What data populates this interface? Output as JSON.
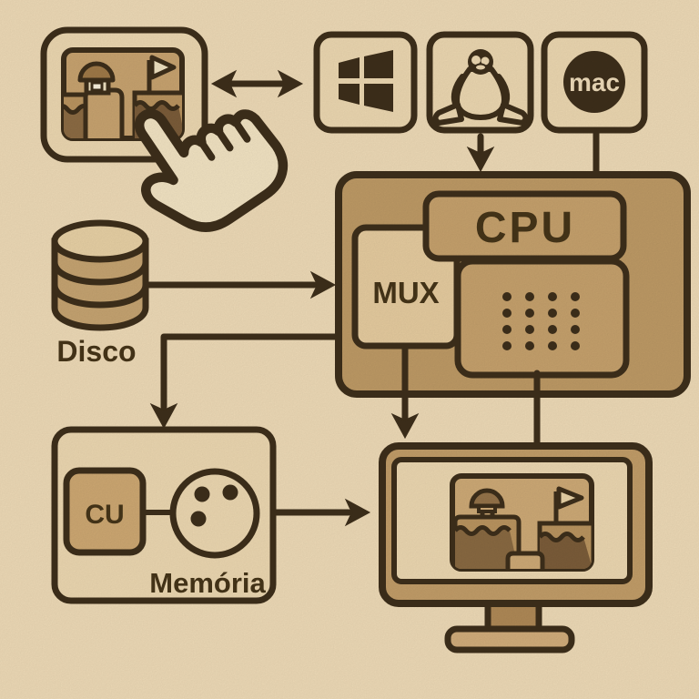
{
  "diagram": {
    "description": "sepia flowchart of a game running through OS layers to hardware",
    "labels": {
      "cpu": "CPU",
      "mux": "MUX",
      "disk": "Disco",
      "cu": "CU",
      "memory": "Memória",
      "mac": "mac"
    },
    "icons": [
      "game-app-icon",
      "cursor-hand-icon",
      "windows-logo-icon",
      "linux-tux-icon",
      "mac-logo-icon",
      "chip-pins-icon",
      "disk-cylinder-icon",
      "memory-ball-icon",
      "monitor-icon",
      "game-scene-icon"
    ],
    "connections": [
      "game-icon <-> windows (bidirectional arrow)",
      "linux -> cpu-container (arrow down)",
      "mac - cpu-container (plain line)",
      "disk -> cpu-container (arrow right)",
      "cpu-container -> memory (elbow line left then arrow down)",
      "mux -> monitor (arrow down)",
      "chip - monitor (plain line)",
      "memory -> monitor (arrow right)"
    ],
    "colors": {
      "background": "#f0dcb8",
      "outline": "#3e2f1b",
      "panel_cream": "#eed9b2",
      "container_tan": "#bf9b66",
      "block_tan": "#c7a26d",
      "mux_fill": "#e7cda0",
      "scene_sky": "#c9a470",
      "ground_light": "#bb9560",
      "ground_dark": "#8a6a42",
      "ground_darker": "#7c5d3a",
      "dome": "#a07a48",
      "hand_fill": "#f4e5c4",
      "disk_top": "#e9d2a6",
      "disk_body": "#c7a572",
      "monitor_bezel": "#c39e69",
      "stand": "#b08a57",
      "base": "#d3ae7c",
      "mac_text": "#f0ddbb"
    }
  }
}
